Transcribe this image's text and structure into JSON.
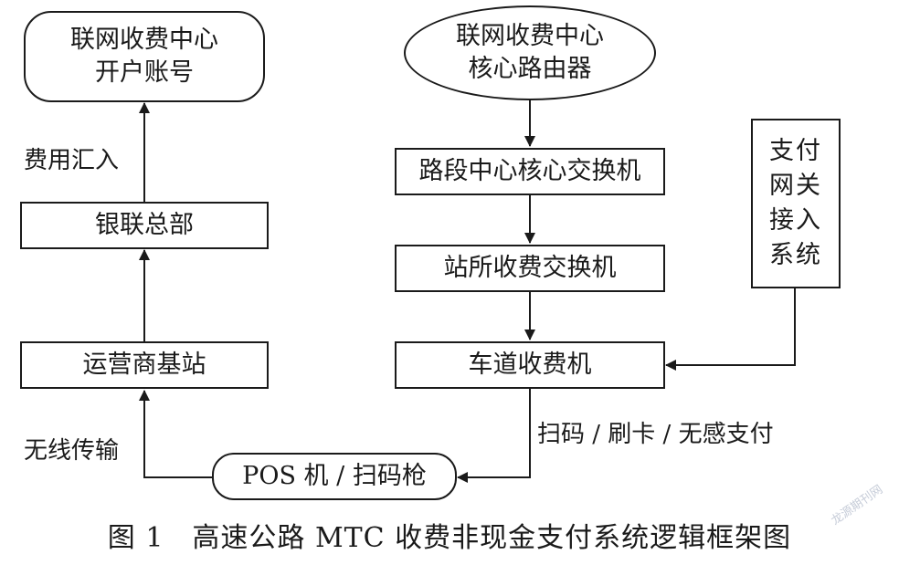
{
  "nodes": {
    "account": "联网收费中心\n开户账号",
    "router": "联网收费中心\n核心路由器",
    "core_switch": "路段中心核心交换机",
    "station_switch": "站所收费交换机",
    "lane_machine": "车道收费机",
    "gateway": "支付网关接入系统",
    "unionpay": "银联总部",
    "base_station": "运营商基站",
    "pos": "POS 机 / 扫码枪"
  },
  "edge_labels": {
    "fee_in": "费用汇入",
    "wireless": "无线传输",
    "pay_modes": "扫码 / 刷卡 / 无感支付"
  },
  "caption": "图 1　高速公路 MTC 收费非现金支付系统逻辑框架图",
  "watermark": "龙源期刊网"
}
